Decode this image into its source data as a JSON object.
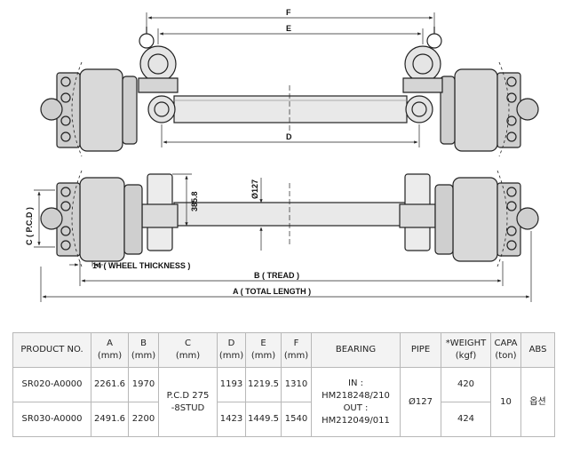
{
  "drawing": {
    "labels": {
      "F": "F",
      "E": "E",
      "D": "D",
      "B": "B ( TREAD )",
      "A": "A ( TOTAL LENGTH )",
      "C": "C ( P.C.D )",
      "wheel": "14 ( WHEEL THICKNESS )",
      "height": "385.8",
      "pipe": "Ø127"
    }
  },
  "table": {
    "headers": {
      "product": "PRODUCT NO.",
      "a": "A",
      "b": "B",
      "c": "C",
      "d": "D",
      "e": "E",
      "f": "F",
      "unit_mm": "(mm)",
      "bearing": "BEARING",
      "pipe": "PIPE",
      "weight": "*WEIGHT",
      "weight_unit": "(kgf)",
      "capa": "CAPA",
      "capa_unit": "(ton)",
      "abs": "ABS"
    },
    "rows": [
      {
        "product": "SR020-A0000",
        "a": "2261.6",
        "b": "1970",
        "d": "1193",
        "e": "1219.5",
        "f": "1310",
        "weight": "420"
      },
      {
        "product": "SR030-A0000",
        "a": "2491.6",
        "b": "2200",
        "d": "1423",
        "e": "1449.5",
        "f": "1540",
        "weight": "424"
      }
    ],
    "shared": {
      "c_line1": "P.C.D 275",
      "c_line2": "-8STUD",
      "bearing_l1": "IN :",
      "bearing_l2": "HM218248/210",
      "bearing_l3": "OUT :",
      "bearing_l4": "HM212049/011",
      "pipe": "Ø127",
      "capa": "10",
      "abs": "옵션"
    }
  }
}
